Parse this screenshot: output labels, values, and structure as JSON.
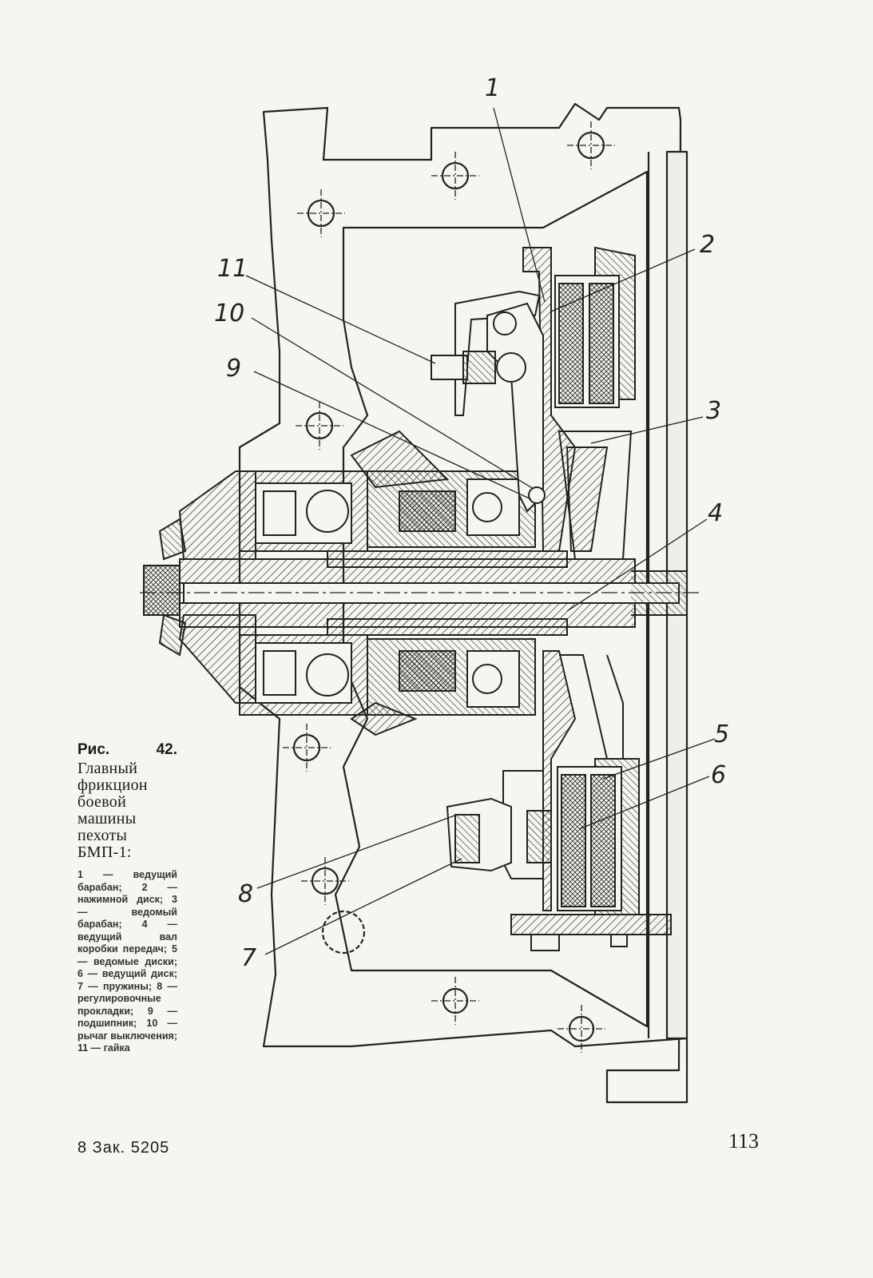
{
  "figure": {
    "callouts": [
      "1",
      "2",
      "3",
      "4",
      "5",
      "6",
      "7",
      "8",
      "9",
      "10",
      "11"
    ],
    "caption": {
      "label": "Рис.",
      "number": "42.",
      "title": "Главный фрикцион боевой машины пехоты БМП-1:",
      "legend": "1 — ведущий барабан; 2 — нажимной диск; 3 — ведомый барабан; 4 — ведущий вал коробки передач; 5 — ведомые диски; 6 — ведущий диск; 7 — пружины; 8 — регулировочные прокладки; 9 — подшипник; 10 — рычаг выключения; 11 — гайка"
    }
  },
  "footer": {
    "sheet_mark": "8 Зак. 5205",
    "page_number": "113"
  }
}
